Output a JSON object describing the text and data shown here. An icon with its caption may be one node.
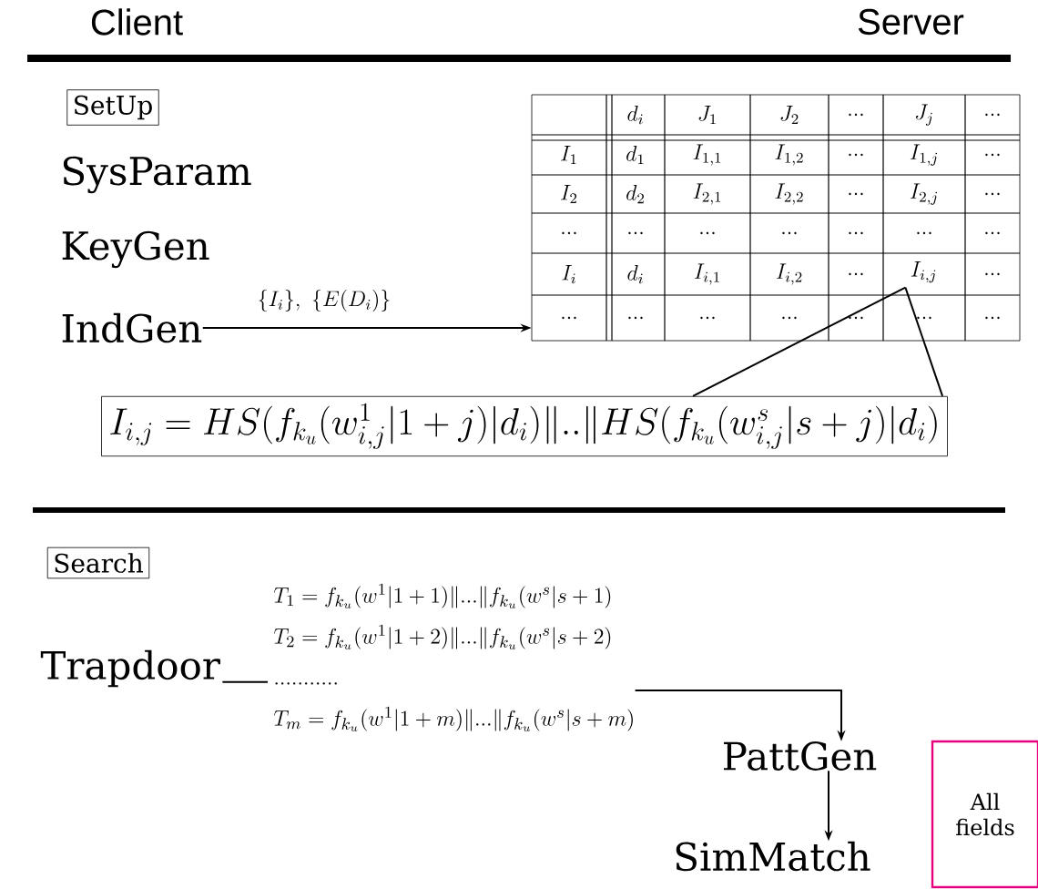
{
  "diagram": {
    "nodes": [
      {
        "text": [
          "SetUp"
        ]
      },
      {
        "text": [
          "SysParam"
        ]
      },
      {
        "text": [
          "KeyGen"
        ]
      },
      {
        "text": [
          "IndGen"
        ]
      },
      {
        "text": [],
        "shape": "box"
      },
      {
        "text": [
          "I_{i,j}"
        ],
        "in": 4
      },
      {
        "text": [
          "I_{i,j} = HS(f_{k_u}(w_{i,j}^1|1+j)|d_i)\\|..\\|HS(f_{k_u}(w_{i,j}^s|s+j)|d_i)"
        ]
      },
      {
        "text": [
          "Search"
        ]
      },
      {
        "text": [
          "Trapdoor"
        ]
      },
      {
        "text": [
          "T_1 = f_{k_u}(w^1|1+1)\\|...\\|f_{k_u}(w^s|s+1)",
          "T_2 = f_{k_u}(w^1|1+2)\\|...\\|f_{k_u}(w^s|s+2)",
          "...........",
          "T_m = f_{k_u}(w^1|1+m)\\|...\\|f_{k_u}(w^s|s+m)"
        ]
      },
      {
        "text": [
          "PattGen"
        ]
      },
      {
        "text": [
          "SimMatch"
        ]
      },
      {
        "text": [
          "All fields"
        ]
      }
    ],
    "edges": [
      {
        "from": 3,
        "to": 4,
        "arrow": "to",
        "label": "\\{I_i\\},\\ \\{E(D_i)\\}"
      },
      {
        "from": 6,
        "to": 5,
        "arrow": "none"
      },
      {
        "from": 6,
        "to": 5,
        "arrow": "none"
      },
      {
        "from": 8,
        "to": 9,
        "arrow": "none"
      },
      {
        "from": 9,
        "to": 10,
        "arrow": "to"
      },
      {
        "from": 10,
        "to": 11,
        "arrow": "to"
      }
    ],
    "labels": [
      "Client",
      "Server",
      "d_i",
      "J_1",
      "J_2",
      "...",
      "J_j",
      "...",
      "I_1",
      "d_1",
      "I_{1,1}",
      "I_{1,2}",
      "...",
      "I_{1,j}",
      "...",
      "I_2",
      "d_2",
      "I_{2,1}",
      "I_{2,2}",
      "...",
      "I_{2,j}",
      "...",
      "...",
      "...",
      "...",
      "...",
      "...",
      "...",
      "...",
      "I_i",
      "d_i",
      "I_{i,1}",
      "I_{i,2}",
      "...",
      "...",
      "...",
      "...",
      "...",
      "...",
      "...",
      "...",
      "..."
    ]
  }
}
